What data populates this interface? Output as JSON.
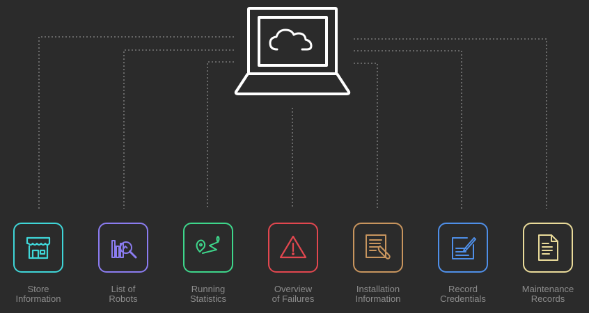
{
  "colors": {
    "background": "#2b2b2b",
    "connector": "#8a8a8a",
    "laptop": "#ffffff",
    "label": "#8c8c8c"
  },
  "hub": {
    "icon": "cloud-laptop-icon"
  },
  "modules": [
    {
      "id": "store-information",
      "icon": "storefront-icon",
      "color": "#3fd6d8",
      "lines": [
        "Store",
        "Information"
      ]
    },
    {
      "id": "list-of-robots",
      "icon": "bar-chart-search-icon",
      "color": "#8b7cf0",
      "lines": [
        "List of",
        "Robots"
      ]
    },
    {
      "id": "running-statistics",
      "icon": "route-pin-icon",
      "color": "#3ed68b",
      "lines": [
        "Running",
        "Statistics"
      ]
    },
    {
      "id": "overview-of-failures",
      "icon": "warning-triangle-icon",
      "color": "#e2474f",
      "lines": [
        "Overview",
        "of Failures"
      ]
    },
    {
      "id": "installation-information",
      "icon": "document-wrench-icon",
      "color": "#c8955e",
      "lines": [
        "Installation",
        "Information"
      ]
    },
    {
      "id": "record-credentials",
      "icon": "edit-document-icon",
      "color": "#4f8fe8",
      "lines": [
        "Record",
        "Credentials"
      ]
    },
    {
      "id": "maintenance-records",
      "icon": "text-file-icon",
      "color": "#eadb9a",
      "lines": [
        "Maintenance",
        "Records"
      ]
    }
  ]
}
